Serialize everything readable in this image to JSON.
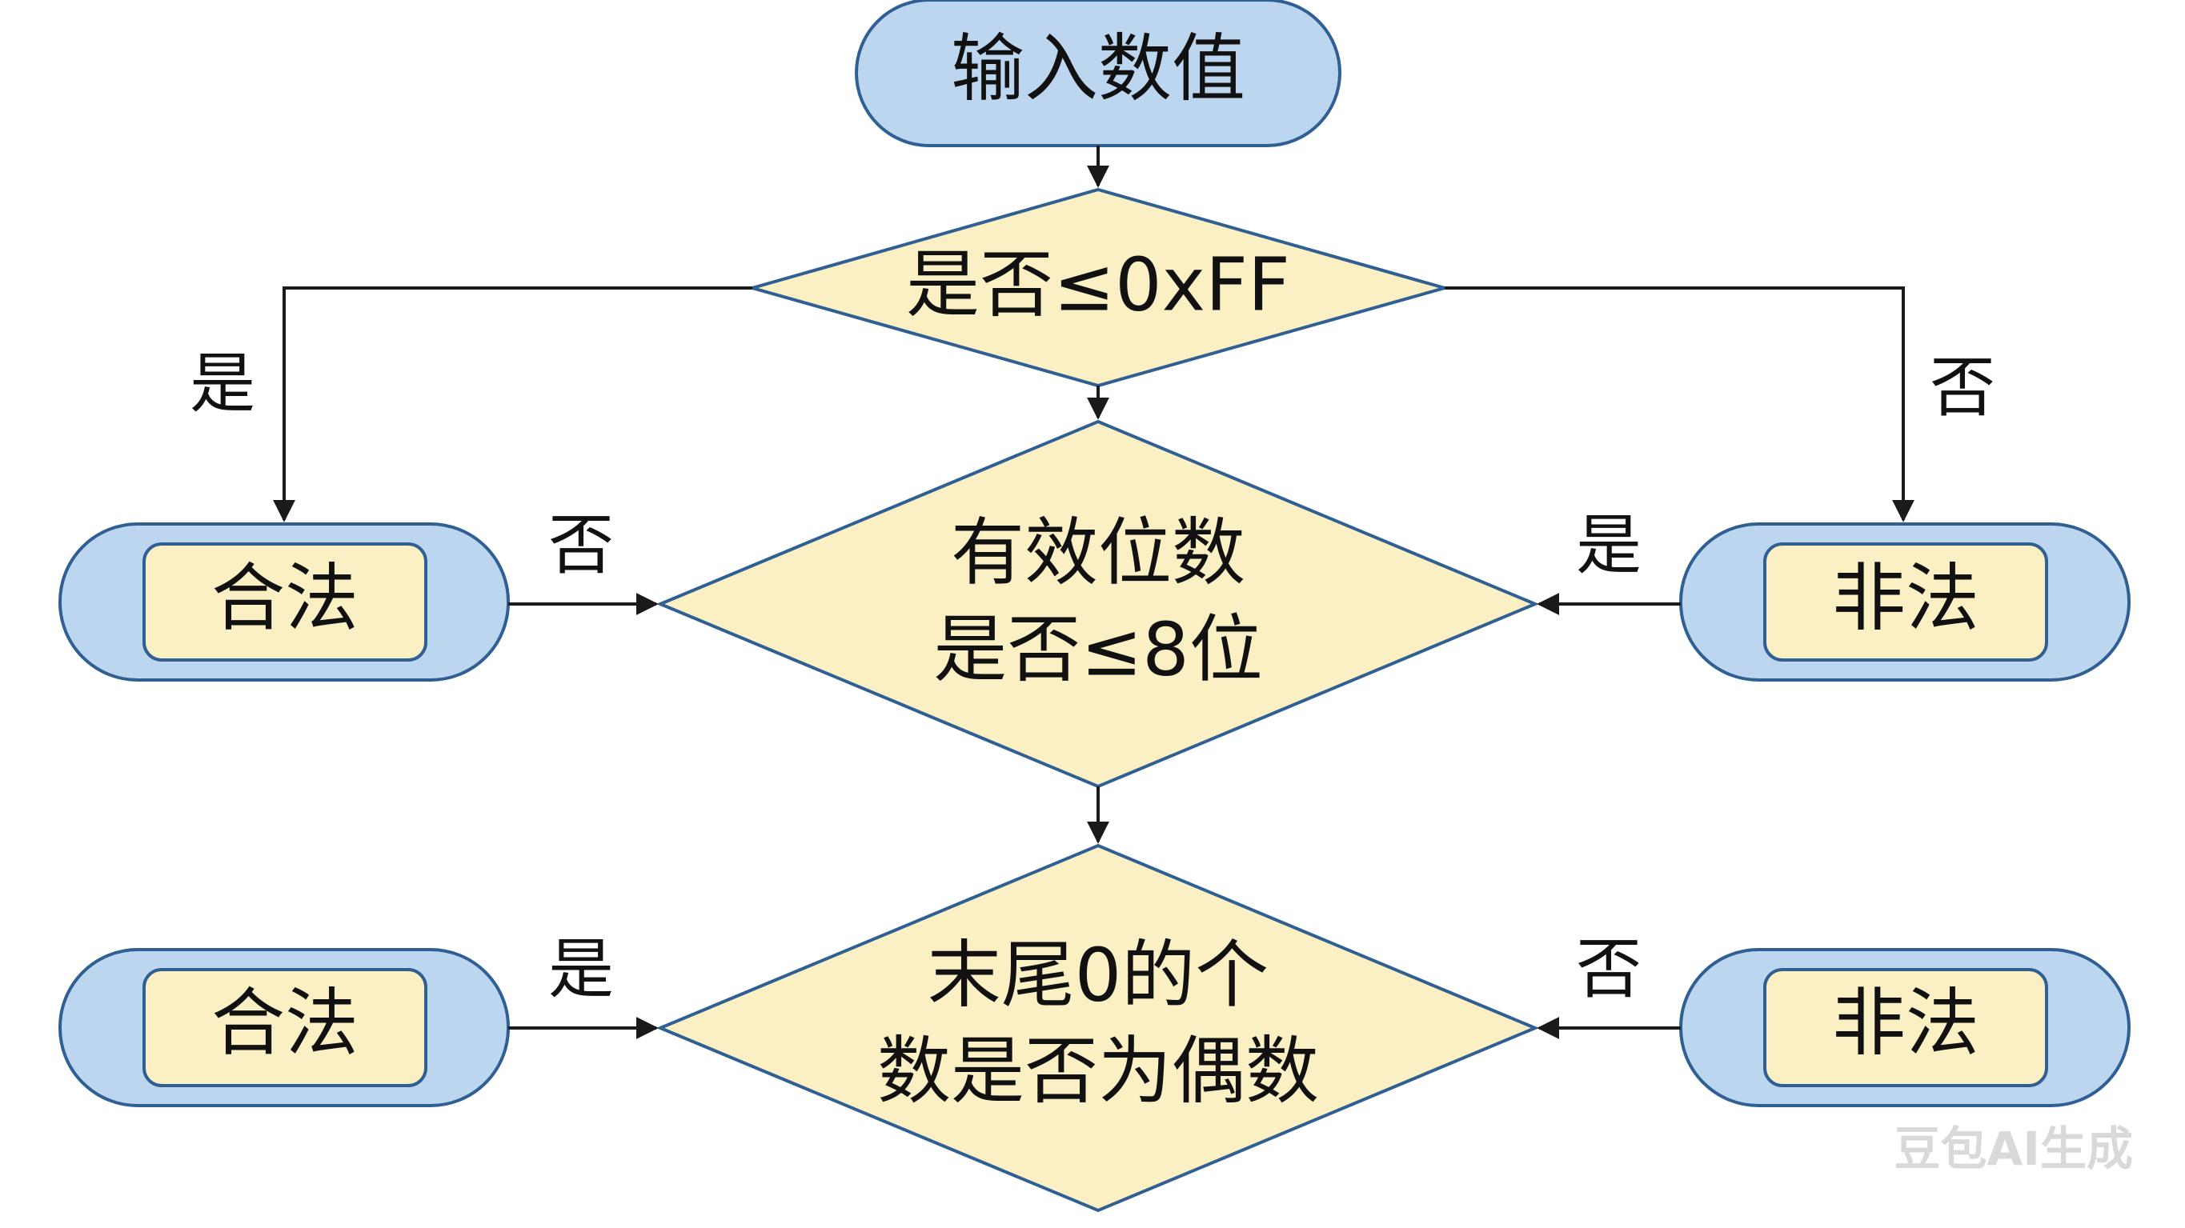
{
  "nodes": {
    "start": "输入数值",
    "decision1": "是否≤0xFF",
    "decision2": [
      "有效位数",
      "是否≤8位"
    ],
    "decision3": [
      "末尾0的个",
      "数是否为偶数"
    ],
    "legal_top": "合法",
    "illegal_top": "非法",
    "legal_bottom": "合法",
    "illegal_bottom": "非法"
  },
  "edges": {
    "d1_left_yes": "是",
    "d1_right_no": "否",
    "legal_top_to_d2": "否",
    "illegal_top_to_d2": "是",
    "legal_bottom_to_d3": "是",
    "illegal_bottom_to_d3": "否"
  },
  "watermark": "豆包AI生成",
  "colors": {
    "start_fill": "#bcd6f0",
    "decision_fill": "#fbefc4",
    "stroke": "#2f5f93",
    "arrow": "#1a1a1a"
  }
}
